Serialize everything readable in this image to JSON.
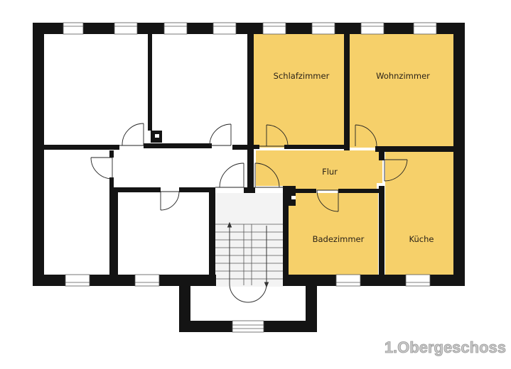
{
  "plan": {
    "floor_title": "1.Obergeschoss",
    "colors": {
      "wall": "#141414",
      "highlight_room": "#f6d06a",
      "background": "#ffffff",
      "title_fill": "#c8c8c8",
      "title_stroke": "#9a9a9a"
    },
    "rooms": [
      {
        "id": "schlafzimmer",
        "label": "Schlafzimmer",
        "highlighted": true
      },
      {
        "id": "wohnzimmer",
        "label": "Wohnzimmer",
        "highlighted": true
      },
      {
        "id": "flur",
        "label": "Flur",
        "highlighted": true
      },
      {
        "id": "badezimmer",
        "label": "Badezimmer",
        "highlighted": true
      },
      {
        "id": "kueche",
        "label": "Küche",
        "highlighted": true
      },
      {
        "id": "room-nw",
        "label": "",
        "highlighted": false
      },
      {
        "id": "room-n",
        "label": "",
        "highlighted": false
      },
      {
        "id": "room-w",
        "label": "",
        "highlighted": false
      },
      {
        "id": "room-sw",
        "label": "",
        "highlighted": false
      },
      {
        "id": "hallway-west",
        "label": "",
        "highlighted": false
      },
      {
        "id": "staircase",
        "label": "",
        "highlighted": false
      },
      {
        "id": "entrance-landing",
        "label": "",
        "highlighted": false
      }
    ]
  }
}
